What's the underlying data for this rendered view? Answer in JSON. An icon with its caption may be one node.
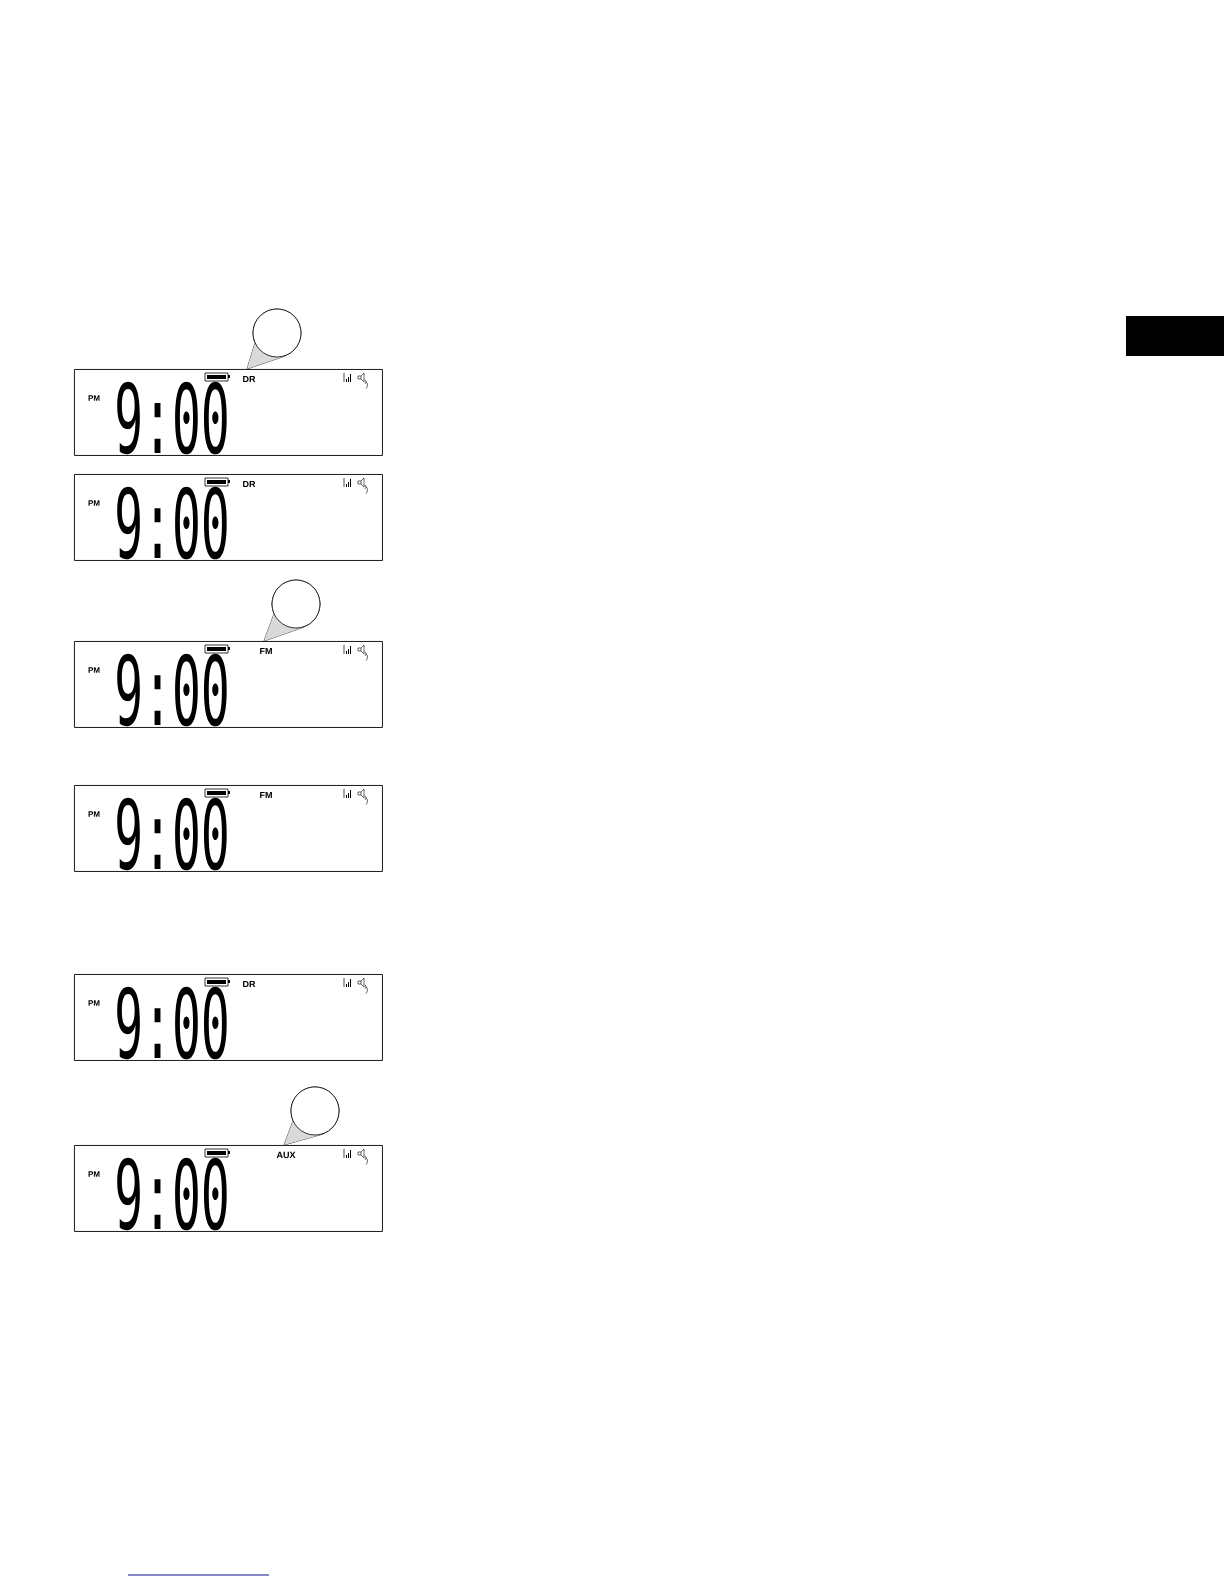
{
  "diagram": {
    "nodes": [
      {
        "text": [],
        "shape": "circle"
      },
      {
        "text": [
          "PM",
          "9:00",
          "DR"
        ]
      },
      {
        "text": [
          "PM",
          "9:00",
          "DR"
        ]
      },
      {
        "text": [],
        "shape": "circle"
      },
      {
        "text": [
          "PM",
          "9:00",
          "FM"
        ]
      },
      {
        "text": [
          "PM",
          "9:00",
          "FM"
        ]
      },
      {
        "text": [
          "PM",
          "9:00",
          "DR"
        ]
      },
      {
        "text": [],
        "shape": "circle"
      },
      {
        "text": [
          "PM",
          "9:00",
          "AUX"
        ]
      },
      {
        "text": [],
        "shape": "box"
      }
    ],
    "edges": [
      {
        "from": 0,
        "to": 1,
        "arrow": "none"
      },
      {
        "from": 3,
        "to": 4,
        "arrow": "none"
      },
      {
        "from": 7,
        "to": 8,
        "arrow": "none"
      }
    ]
  }
}
